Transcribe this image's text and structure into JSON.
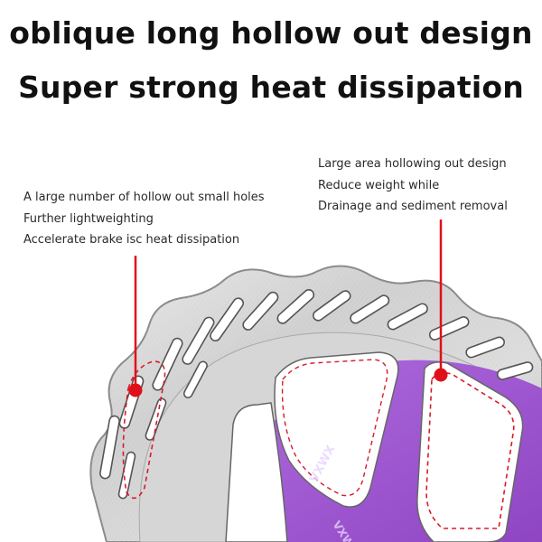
{
  "headline": {
    "line1": "oblique long hollow out design",
    "line2": "Super strong heat dissipation"
  },
  "callouts": {
    "left": {
      "lines": [
        "A large number of hollow out small holes",
        "Further lightweighting",
        "Accelerate brake isc heat dissipation"
      ]
    },
    "right": {
      "lines": [
        "Large area hollowing out design",
        "Reduce weight while",
        "Drainage and sediment removal"
      ]
    }
  },
  "product": {
    "brand_mark": "VXWX"
  },
  "colors": {
    "background": "#ffffff",
    "text": "#111111",
    "rotor_steel": "#c9c9c9",
    "rotor_edge": "#8a8a8a",
    "hub_purple": "#a05bd0",
    "leader_line": "#e0101a",
    "dashed_outline": "#d81a2a"
  }
}
